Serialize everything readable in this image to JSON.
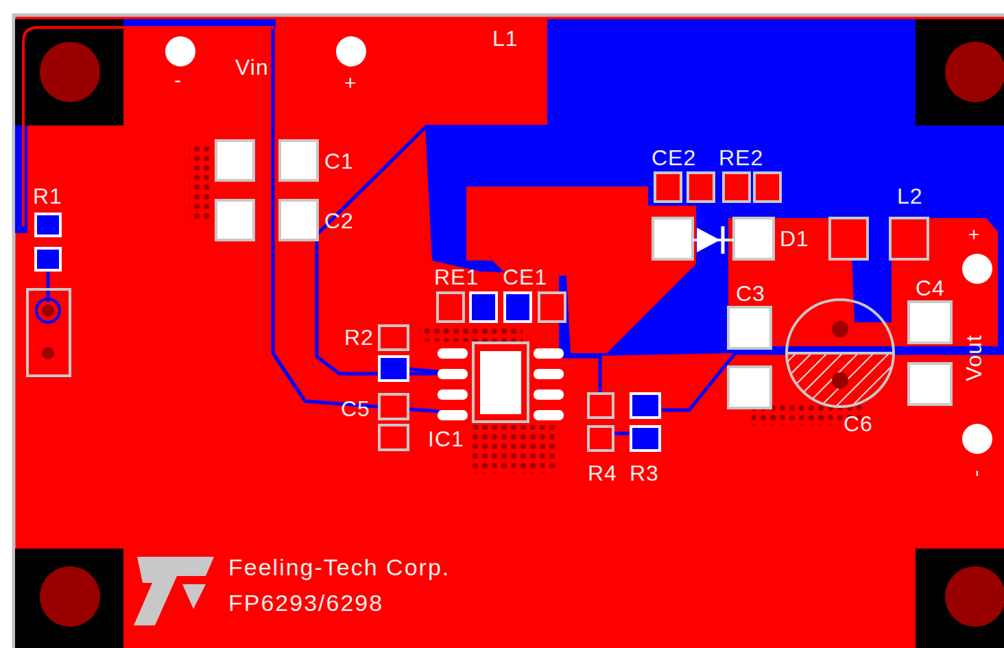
{
  "diagram": {
    "labels": [
      "L1",
      "-",
      "Vin",
      "+",
      "C1",
      "C2",
      "R1",
      "CE2",
      "RE2",
      "L2",
      "D1",
      "+",
      "RE1",
      "CE1",
      "C3",
      "C4",
      "R2",
      "Vout",
      "C5",
      "IC1",
      "C6",
      "R4",
      "R3",
      "-",
      "Feeling-Tech Corp.",
      "FP6293/6298"
    ]
  }
}
